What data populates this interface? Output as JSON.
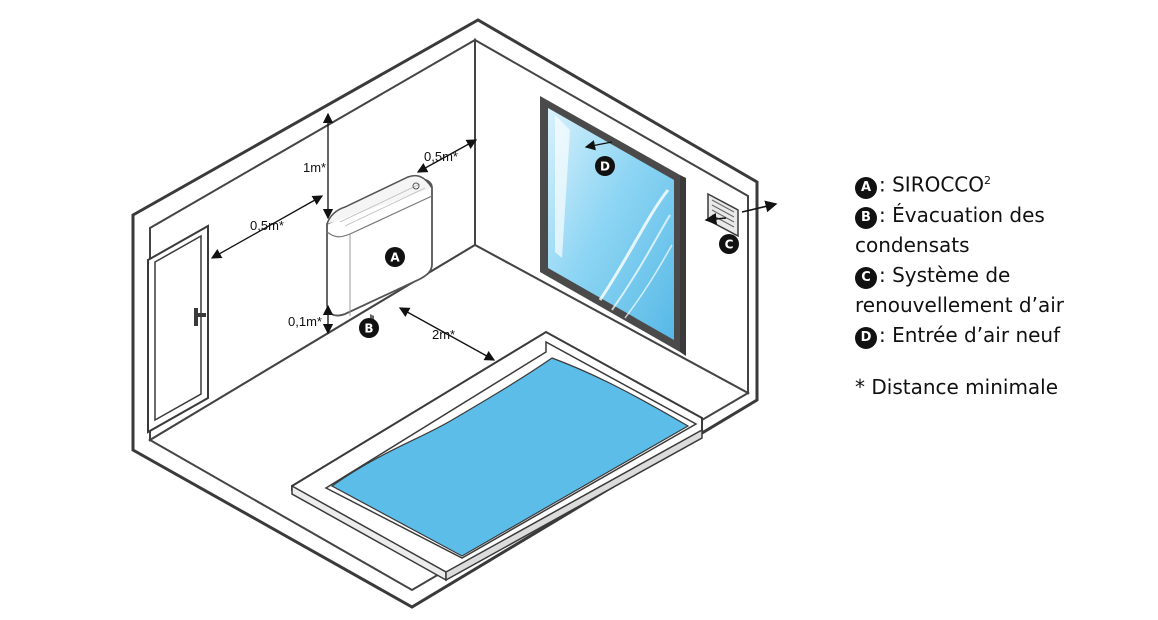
{
  "dimensions": {
    "above": "1m*",
    "side_left": "0,5m*",
    "side_right": "0,5m*",
    "below": "0,1m*",
    "front": "2m*"
  },
  "markers": {
    "a": "A",
    "b": "B",
    "c": "C",
    "d": "D"
  },
  "legend": {
    "items": [
      {
        "key": "A",
        "text": ": SIROCCO",
        "sup": "2"
      },
      {
        "key": "B",
        "text": ": Évacuation des condensats"
      },
      {
        "key": "C",
        "text": ": Système de renouvellement d’air"
      },
      {
        "key": "D",
        "text": ": Entrée d’air neuf"
      }
    ],
    "note": "* Distance minimale"
  },
  "colors": {
    "outline": "#3a3a3a",
    "wall": "#ffffff",
    "frame": "#4a4a4a",
    "window_glass": "#7fd0f2",
    "pool_water": "#5bbde8",
    "marker": "#111111"
  }
}
